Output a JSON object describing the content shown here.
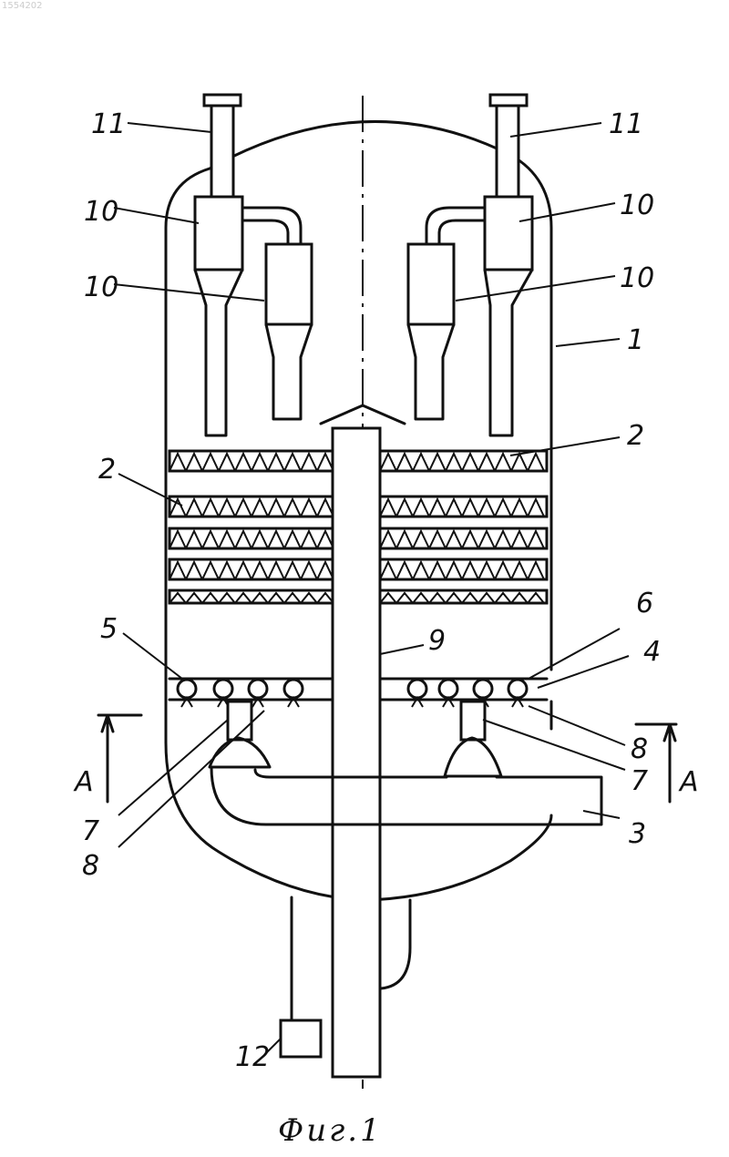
{
  "caption": "Фиг.1",
  "stamp": "1554202",
  "labels": {
    "l11_left": "11",
    "l11_right": "11",
    "l10_a": "10",
    "l10_b": "10",
    "l10_c": "10",
    "l10_d": "10",
    "l1": "1",
    "l2_left": "2",
    "l2_right": "2",
    "l5": "5",
    "l6": "6",
    "l4": "4",
    "l9": "9",
    "l8_right": "8",
    "l7_right": "7",
    "l3": "3",
    "l7_left": "7",
    "l8_left": "8",
    "l12": "12",
    "section_left": "A",
    "section_right": "A"
  }
}
